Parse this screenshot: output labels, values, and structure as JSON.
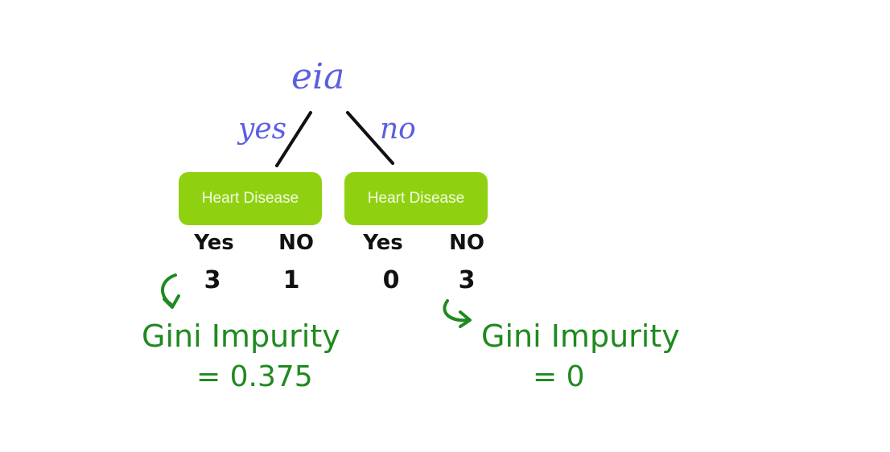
{
  "tree": {
    "root_label": "eia",
    "branches": {
      "left_label": "yes",
      "right_label": "no"
    },
    "nodes": [
      {
        "label": "Heart Disease",
        "counts": {
          "yes_header": "Yes",
          "no_header": "NO",
          "yes_value": "3",
          "no_value": "1"
        },
        "gini": {
          "title": "Gini Impurity",
          "value": "= 0.375"
        }
      },
      {
        "label": "Heart Disease",
        "counts": {
          "yes_header": "Yes",
          "no_header": "NO",
          "yes_value": "0",
          "no_value": "3"
        },
        "gini": {
          "title": "Gini Impurity",
          "value": "= 0"
        }
      }
    ]
  },
  "colors": {
    "root_text": "#5b5fe0",
    "node_fill": "#8fd111",
    "node_text": "#f4fbe6",
    "counts_text": "#111111",
    "gini_text": "#1f8a1f",
    "edge_stroke": "#111111"
  }
}
